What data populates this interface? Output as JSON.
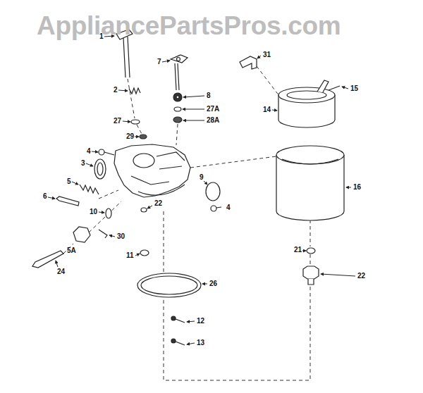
{
  "diagram": {
    "labels": [
      "AppliancePartsPros.com",
      "1",
      "31",
      "7",
      "15",
      "2",
      "8",
      "27A",
      "14",
      "28A",
      "27",
      "29",
      "4",
      "3",
      "9",
      "5",
      "16",
      "6",
      "22",
      "4",
      "10",
      "30",
      "21",
      "5A",
      "11",
      "24",
      "22",
      "26",
      "12",
      "13"
    ]
  }
}
